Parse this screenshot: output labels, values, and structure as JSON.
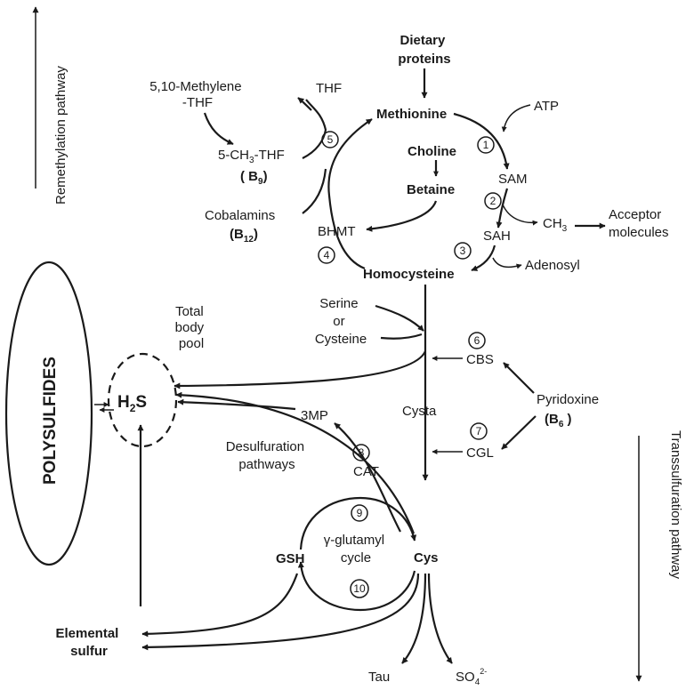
{
  "sides": {
    "remethylation": "Remethylation  pathway",
    "transsulfuration": "Transsulfuration  pathway",
    "polysulfides": "POLYSULFIDES"
  },
  "nodes": {
    "dietary_line1": "Dietary",
    "dietary_line2": "proteins",
    "methionine": "Methionine",
    "atp": "ATP",
    "sam": "SAM",
    "sah": "SAH",
    "ch3": "CH",
    "ch3_sub": "3",
    "acceptor_line1": "Acceptor",
    "acceptor_line2": "molecules",
    "adenosyl": "Adenosyl",
    "homocysteine": "Homocysteine",
    "choline": "Choline",
    "betaine": "Betaine",
    "bhmt": "BHMT",
    "thf": "THF",
    "methylene_line1": "5,10-Methylene",
    "methylene_line2": "-THF",
    "ch3thf_pre": "5-CH",
    "ch3thf_sub": "3",
    "ch3thf_post": "-THF",
    "b9_pre": "( B",
    "b9_sub": "9",
    "b9_post": ")",
    "cobalamins": "Cobalamins",
    "b12_pre": "(B",
    "b12_sub": "12",
    "b12_post": ")",
    "serine_line1": "Serine",
    "serine_line2": "or",
    "serine_line3": "Cysteine",
    "cbs": "CBS",
    "cysta": "Cysta",
    "pyridoxine": "Pyridoxine",
    "b6_pre": "(B",
    "b6_sub": "6",
    "b6_post": " )",
    "cgl": "CGL",
    "total_line1": "Total",
    "total_line2": "body",
    "total_line3": "pool",
    "h2s_h": "H",
    "h2s_sub": "2",
    "h2s_s": "S",
    "threemp": "3MP",
    "desulf_line1": "Desulfuration",
    "desulf_line2": "pathways",
    "cat": "CAT",
    "glutamyl_line1": "γ-glutamyl",
    "glutamyl_line2": "cycle",
    "gsh": "GSH",
    "cys": "Cys",
    "elemental_line1": "Elemental",
    "elemental_line2": "sulfur",
    "tau": "Tau",
    "so4": "SO",
    "so4_sub": "4",
    "so4_sup": "2-"
  },
  "steps": [
    "1",
    "2",
    "3",
    "4",
    "5",
    "6",
    "7",
    "8",
    "9",
    "10"
  ]
}
